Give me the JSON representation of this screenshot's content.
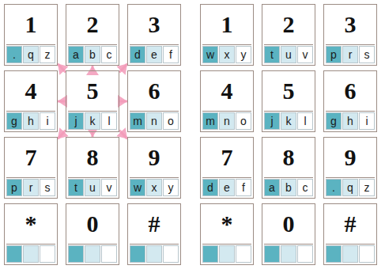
{
  "diagram": {
    "nodes": [
      {
        "text": [
          "1",
          ".",
          "q",
          "z"
        ]
      },
      {
        "text": [
          "2",
          "a",
          "b",
          "c"
        ]
      },
      {
        "text": [
          "3",
          "d",
          "e",
          "f"
        ]
      },
      {
        "text": [
          "4",
          "g",
          "h",
          "i"
        ]
      },
      {
        "text": [
          "5",
          "j",
          "k",
          "l"
        ]
      },
      {
        "text": [
          "6",
          "m",
          "n",
          "o"
        ]
      },
      {
        "text": [
          "7",
          "p",
          "r",
          "s"
        ]
      },
      {
        "text": [
          "8",
          "t",
          "u",
          "v"
        ]
      },
      {
        "text": [
          "9",
          "w",
          "x",
          "y"
        ]
      },
      {
        "text": [
          "*"
        ]
      },
      {
        "text": [
          "0"
        ]
      },
      {
        "text": [
          "#"
        ]
      },
      {
        "text": [
          "1",
          "w",
          "x",
          "y"
        ]
      },
      {
        "text": [
          "2",
          "t",
          "u",
          "v"
        ]
      },
      {
        "text": [
          "3",
          "p",
          "r",
          "s"
        ]
      },
      {
        "text": [
          "4",
          "m",
          "n",
          "o"
        ]
      },
      {
        "text": [
          "5",
          "j",
          "k",
          "l"
        ]
      },
      {
        "text": [
          "6",
          "g",
          "h",
          "i"
        ]
      },
      {
        "text": [
          "7",
          "d",
          "e",
          "f"
        ]
      },
      {
        "text": [
          "8",
          "a",
          "b",
          "c"
        ]
      },
      {
        "text": [
          "9",
          ".",
          "q",
          "z"
        ]
      },
      {
        "text": [
          "*"
        ]
      },
      {
        "text": [
          "0"
        ]
      },
      {
        "text": [
          "#"
        ]
      }
    ],
    "edges": [
      {
        "from": 4,
        "to": 0,
        "arrow": "to"
      },
      {
        "from": 4,
        "to": 1,
        "arrow": "to"
      },
      {
        "from": 4,
        "to": 2,
        "arrow": "to"
      },
      {
        "from": 4,
        "to": 3,
        "arrow": "to"
      },
      {
        "from": 4,
        "to": 5,
        "arrow": "to"
      },
      {
        "from": 4,
        "to": 6,
        "arrow": "to"
      },
      {
        "from": 4,
        "to": 7,
        "arrow": "to"
      },
      {
        "from": 4,
        "to": 8,
        "arrow": "to"
      }
    ]
  }
}
